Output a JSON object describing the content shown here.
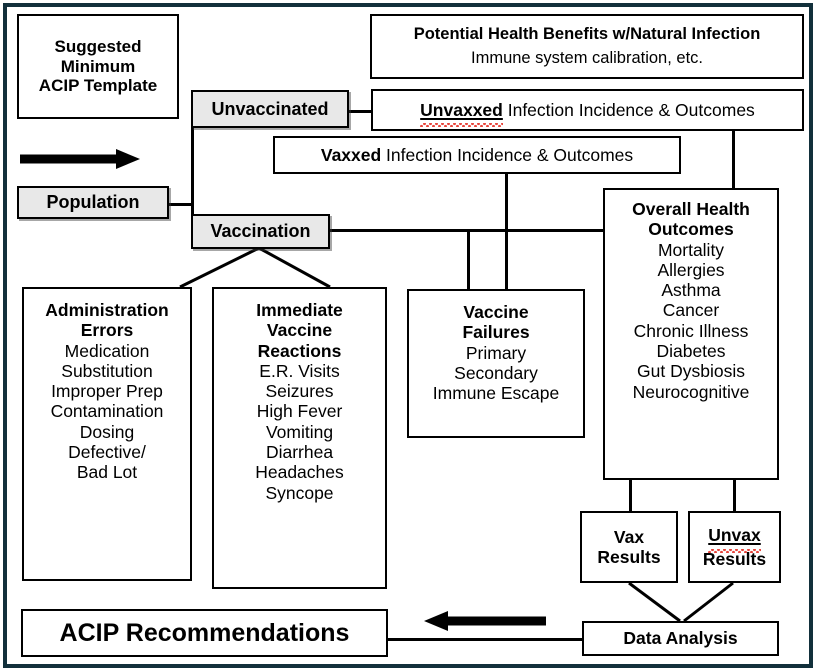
{
  "diagram": {
    "frame_color": "#12303b",
    "shaded_fill": "#e8e8e8",
    "line_color": "#000000",
    "spellcheck_color": "#e8453c"
  },
  "boxes": {
    "template": {
      "lines": [
        "Suggested",
        "Minimum",
        "ACIP Template"
      ]
    },
    "benefits": {
      "title": "Potential Health Benefits w/Natural Infection",
      "subtitle": "Immune system calibration, etc."
    },
    "unvaccinated": {
      "label": "Unvaccinated"
    },
    "unvaxxed_outcomes": {
      "bold": "Unvaxxed",
      "rest": " Infection Incidence & Outcomes"
    },
    "vaxxed_outcomes": {
      "bold": "Vaxxed",
      "rest": " Infection Incidence & Outcomes"
    },
    "population": {
      "label": "Population"
    },
    "vaccination": {
      "label": "Vaccination"
    },
    "administration_errors": {
      "title": [
        "Administration",
        "Errors"
      ],
      "items": [
        "Medication",
        "Substitution",
        "Improper Prep",
        "Contamination",
        "Dosing",
        "Defective/",
        "Bad Lot"
      ]
    },
    "immediate_reactions": {
      "title": [
        "Immediate",
        "Vaccine",
        "Reactions"
      ],
      "items": [
        "E.R. Visits",
        "Seizures",
        "High Fever",
        "Vomiting",
        "Diarrhea",
        "Headaches",
        "Syncope"
      ]
    },
    "vaccine_failures": {
      "title": [
        "Vaccine",
        "Failures"
      ],
      "items": [
        "Primary",
        "Secondary",
        "Immune Escape"
      ]
    },
    "overall_outcomes": {
      "title": [
        "Overall Health",
        "Outcomes"
      ],
      "items": [
        "Mortality",
        "Allergies",
        "Asthma",
        "Cancer",
        "Chronic Illness",
        "Diabetes",
        "Gut Dysbiosis",
        "Neurocognitive"
      ]
    },
    "vax_results": {
      "line1": "Vax",
      "line2": "Results"
    },
    "unvax_results": {
      "line1": "Unvax",
      "line2": "Results"
    },
    "data_analysis": {
      "label": "Data Analysis"
    },
    "acip_recommendations": {
      "label": "ACIP Recommendations"
    }
  },
  "arrows": {
    "flow_right": "right-arrow",
    "flow_left": "left-arrow"
  }
}
